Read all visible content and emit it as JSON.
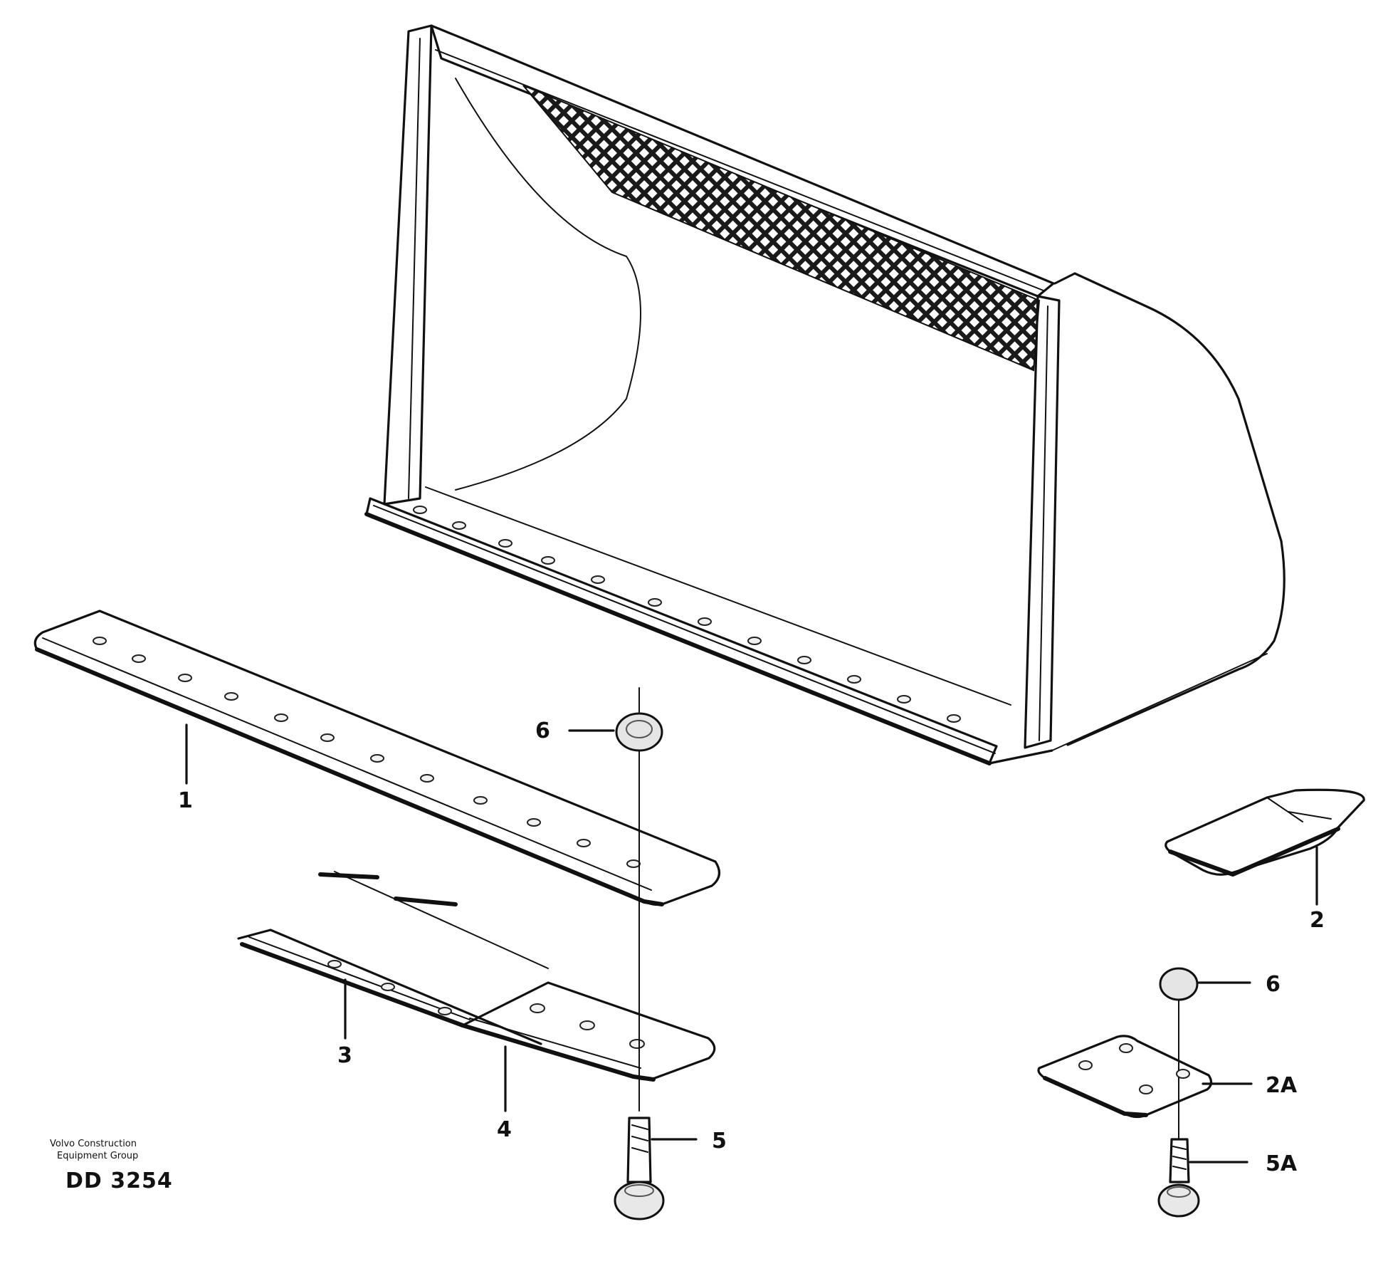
{
  "labels": {
    "l1": "1",
    "l2": "2",
    "l2a": "2A",
    "l3": "3",
    "l4": "4",
    "l5": "5",
    "l5a": "5A",
    "l6_top": "6",
    "l6_right": "6"
  },
  "stamp": {
    "line1": "Volvo Construction",
    "line2": "Equipment Group",
    "code": "DD 3254"
  }
}
